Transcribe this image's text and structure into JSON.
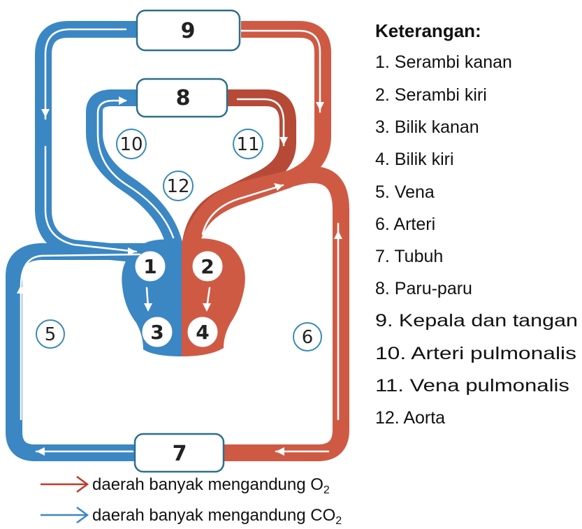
{
  "boxes": {
    "box_9": "9",
    "box_8": "8",
    "box_7": "7"
  },
  "chambers": {
    "c1": "1",
    "c2": "2",
    "c3": "3",
    "c4": "4"
  },
  "vessel_labels": {
    "v5": "5",
    "v6": "6",
    "v10": "10",
    "v11": "11",
    "v12": "12"
  },
  "legend": {
    "title": "Keterangan:",
    "items": [
      "1. Serambi kanan",
      "2. Serambi kiri",
      "3. Bilik kanan",
      "4. Bilik kiri",
      "5. Vena",
      "6. Arteri",
      "7. Tubuh",
      "8. Paru-paru",
      "9. Kepala dan tangan",
      "10. Arteri pulmonalis",
      "11. Vena pulmonalis",
      "12. Aorta"
    ]
  },
  "key": {
    "red_text": "daerah banyak mengandung O",
    "red_sub": "2",
    "blue_text": "daerah banyak mengandung CO",
    "blue_sub": "2"
  },
  "colors": {
    "oxygen_rich": "#cf5a44",
    "co2_rich": "#3b87c4"
  }
}
